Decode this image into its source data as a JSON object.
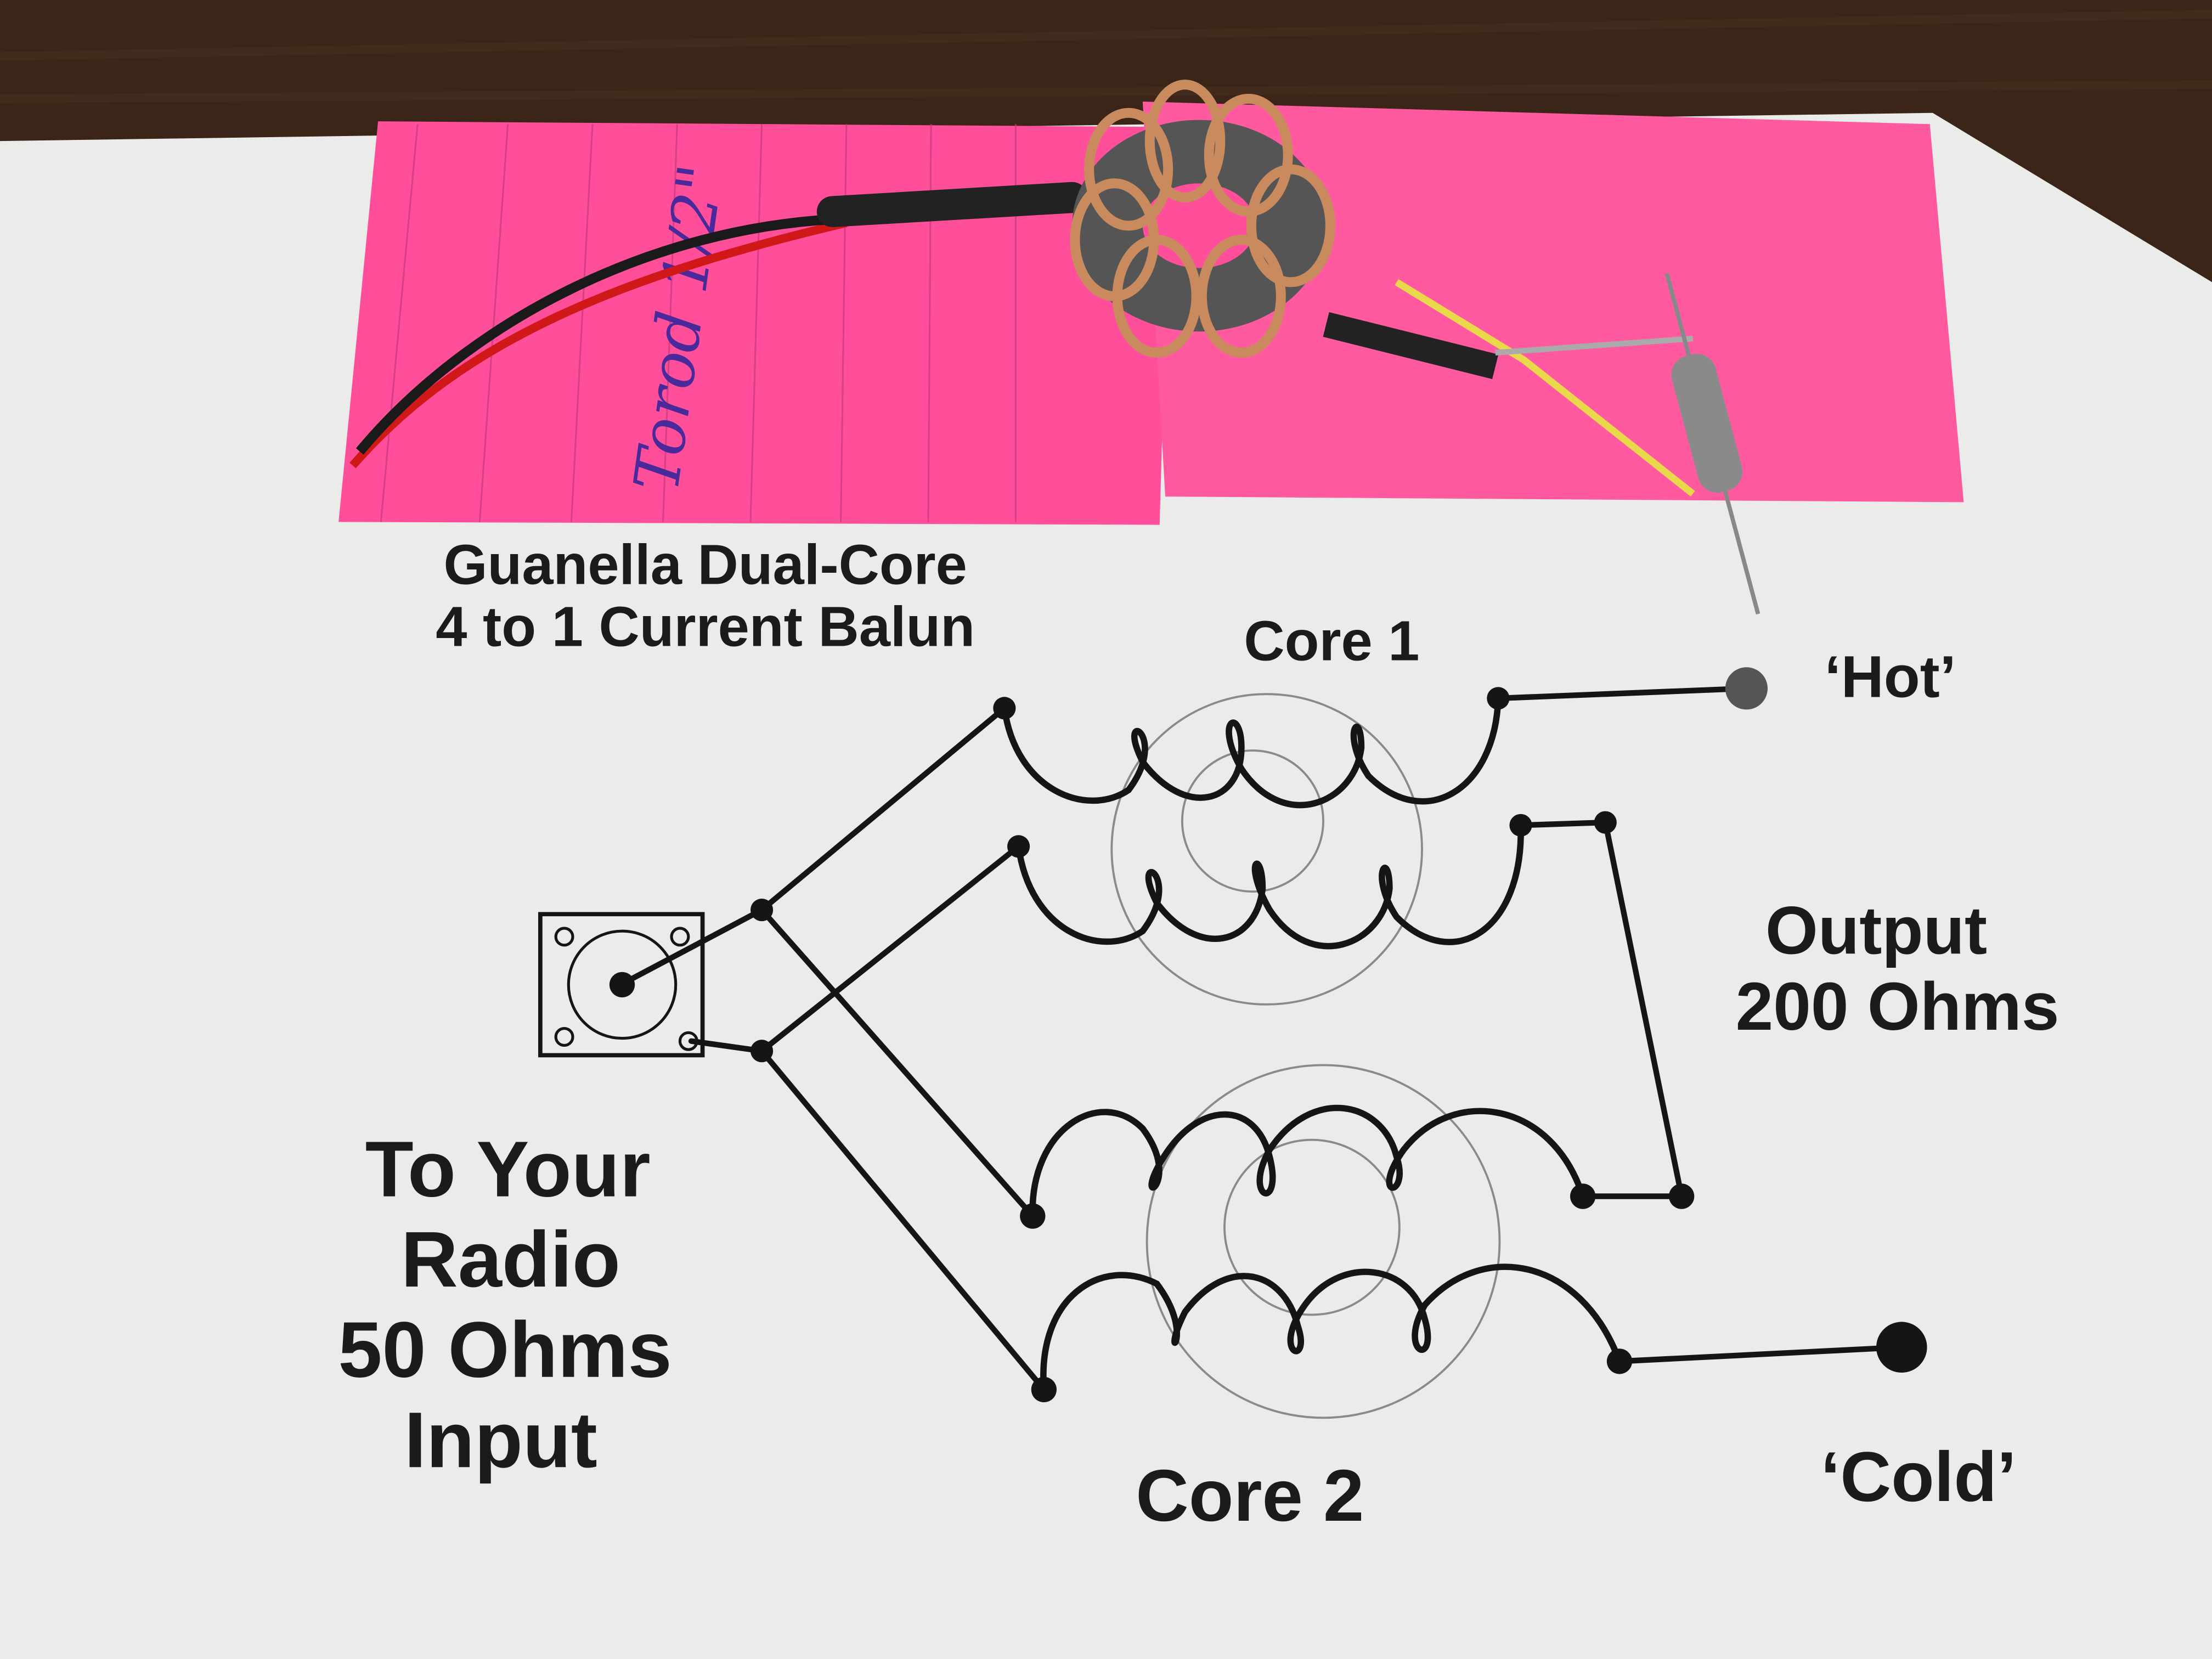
{
  "handwritten_note": "Torod 1/2\"",
  "diagram": {
    "title_line1": "Guanella Dual-Core",
    "title_line2": "4 to 1 Current Balun",
    "core1_label": "Core 1",
    "core2_label": "Core 2",
    "hot_label": "‘Hot’",
    "cold_label": "‘Cold’",
    "output_line1": "Output",
    "output_line2": "200 Ohms",
    "input_line1": "To Your",
    "input_line2": "Radio",
    "input_line3": "50 Ohms",
    "input_line4": "Input"
  },
  "colors": {
    "table": "#3a2418",
    "paper": "#ececea",
    "sticky_note": "#ff4f9a",
    "ink": "#151515",
    "copper": "#c98a5e"
  }
}
